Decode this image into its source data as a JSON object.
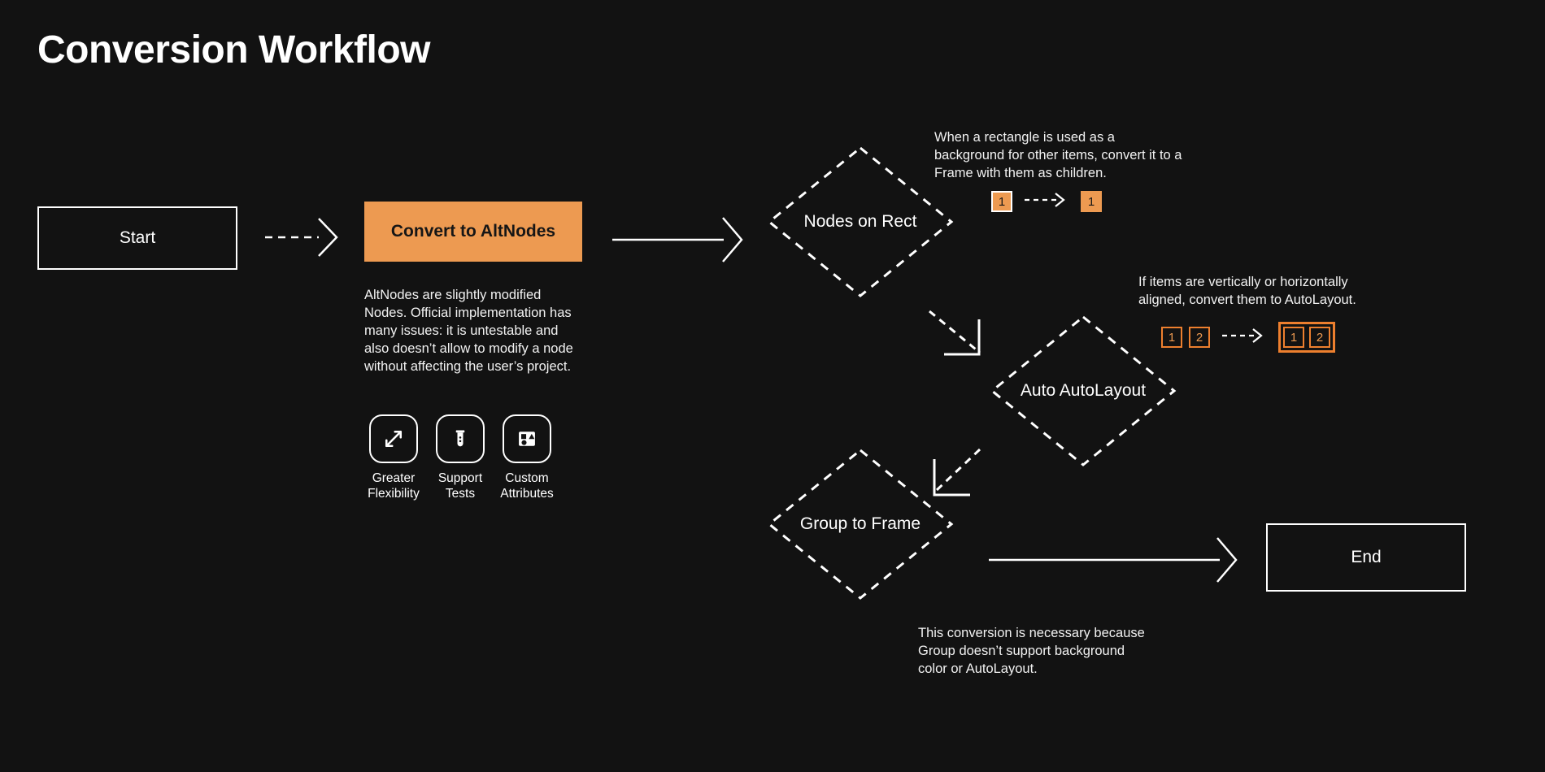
{
  "page": {
    "title": "Conversion Workflow",
    "background_color": "#121212",
    "accent_color": "#ED9A51",
    "accent_outline_color": "#ED7F2E",
    "text_color": "#ffffff"
  },
  "nodes": {
    "start": {
      "label": "Start",
      "type": "terminator"
    },
    "convert": {
      "label": "Convert to AltNodes",
      "type": "process",
      "fill": "#ED9A51"
    },
    "nodes_on_rect": {
      "label": "Nodes on Rect",
      "type": "decision"
    },
    "auto_autolayout": {
      "label": "Auto AutoLayout",
      "type": "decision"
    },
    "group_to_frame": {
      "label": "Group to Frame",
      "type": "decision"
    },
    "end": {
      "label": "End",
      "type": "terminator"
    }
  },
  "descriptions": {
    "altnodes": "AltNodes are slightly modified Nodes. Official implementation has many issues: it is untestable and also doesn’t allow to modify a node without affecting the user’s project.",
    "nodes_on_rect": "When a rectangle is used as a background for other items, convert it to a Frame with them as children.",
    "auto_autolayout": "If items are vertically or horizontally aligned, convert them to AutoLayout.",
    "group_to_frame": "This conversion is necessary because Group doesn’t support background color or AutoLayout."
  },
  "features": [
    {
      "icon": "expand-arrows-icon",
      "label": "Greater\nFlexibility"
    },
    {
      "icon": "test-tube-icon",
      "label": "Support\nTests"
    },
    {
      "icon": "shapes-icon",
      "label": "Custom\nAttributes"
    }
  ],
  "badges": {
    "nodes_on_rect": {
      "before": [
        {
          "label": "1",
          "style": "filled-outlined"
        }
      ],
      "after": [
        {
          "label": "1",
          "style": "filled-plain"
        }
      ],
      "grouped_after": false
    },
    "auto_autolayout": {
      "before": [
        {
          "label": "1",
          "style": "outline"
        },
        {
          "label": "2",
          "style": "outline"
        }
      ],
      "after": [
        {
          "label": "1",
          "style": "outline"
        },
        {
          "label": "2",
          "style": "outline"
        }
      ],
      "grouped_after": true
    }
  },
  "connectors": [
    {
      "from": "start",
      "to": "convert",
      "style": "dashed",
      "head": "chevron"
    },
    {
      "from": "convert",
      "to": "nodes_on_rect",
      "style": "solid",
      "head": "chevron"
    },
    {
      "from": "nodes_on_rect",
      "to": "auto_autolayout",
      "style": "dashed",
      "head": "elbow-down-right"
    },
    {
      "from": "auto_autolayout",
      "to": "group_to_frame",
      "style": "dashed",
      "head": "elbow-down-left"
    },
    {
      "from": "group_to_frame",
      "to": "end",
      "style": "solid",
      "head": "chevron"
    }
  ]
}
